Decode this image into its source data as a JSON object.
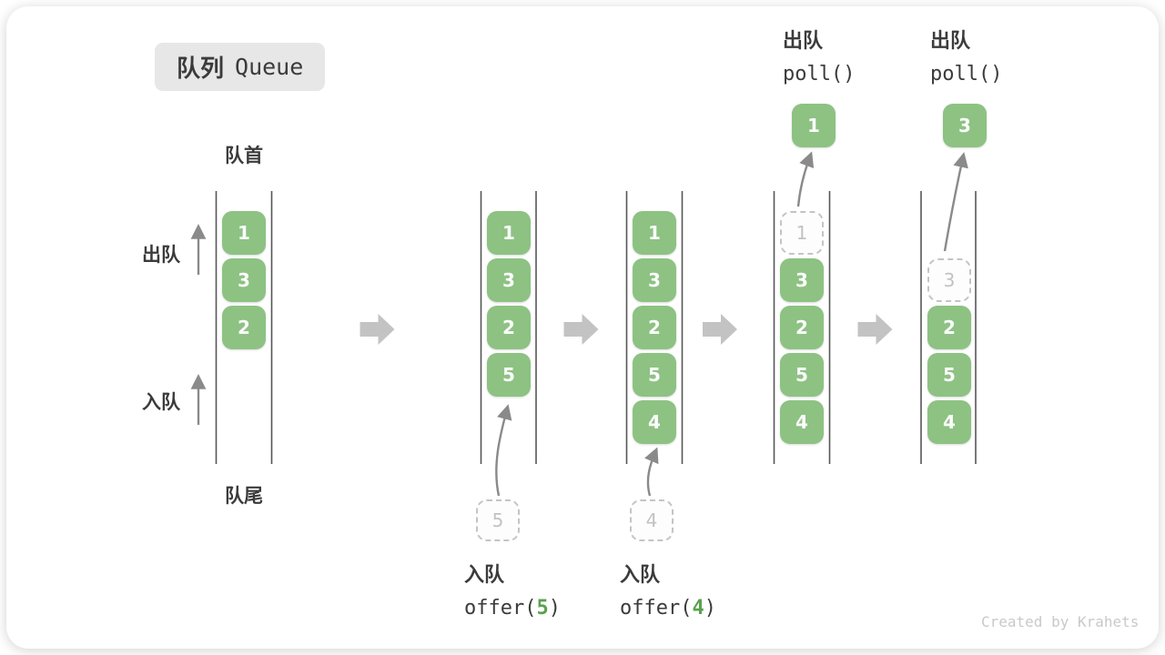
{
  "title": {
    "zh": "队列",
    "en": "Queue"
  },
  "watermark": "Created by Krahets",
  "colors": {
    "green": "#8dc283",
    "code_green": "#5aa14e",
    "text": "#3b3b3b",
    "muted": "#c9c9c9",
    "wall": "#565656",
    "arrow": "#8a8a8a",
    "block_arrow": "#c3c3c3",
    "dashed_border": "#c4c4c4",
    "dashed_text": "#c2c2c2",
    "badge_bg": "#e7e7e7"
  },
  "side_labels": {
    "front": "队首",
    "rear": "队尾",
    "dequeue": "出队",
    "enqueue": "入队"
  },
  "states": [
    {
      "name": "initial",
      "boxes": [
        "1",
        "3",
        "2"
      ]
    },
    {
      "name": "after-offer-5",
      "boxes": [
        "1",
        "3",
        "2",
        "5"
      ],
      "feed": "5",
      "op": {
        "zh": "入队",
        "code_prefix": "offer(",
        "code_arg": "5",
        "code_suffix": ")"
      }
    },
    {
      "name": "after-offer-4",
      "boxes": [
        "1",
        "3",
        "2",
        "5",
        "4"
      ],
      "feed": "4",
      "op": {
        "zh": "入队",
        "code_prefix": "offer(",
        "code_arg": "4",
        "code_suffix": ")"
      }
    },
    {
      "name": "after-poll-1",
      "ghost": "1",
      "boxes": [
        "3",
        "2",
        "5",
        "4"
      ],
      "popped": "1",
      "op": {
        "zh": "出队",
        "code": "poll()"
      }
    },
    {
      "name": "after-poll-3",
      "ghost": "3",
      "boxes": [
        "2",
        "5",
        "4"
      ],
      "popped": "3",
      "op": {
        "zh": "出队",
        "code": "poll()"
      }
    }
  ]
}
